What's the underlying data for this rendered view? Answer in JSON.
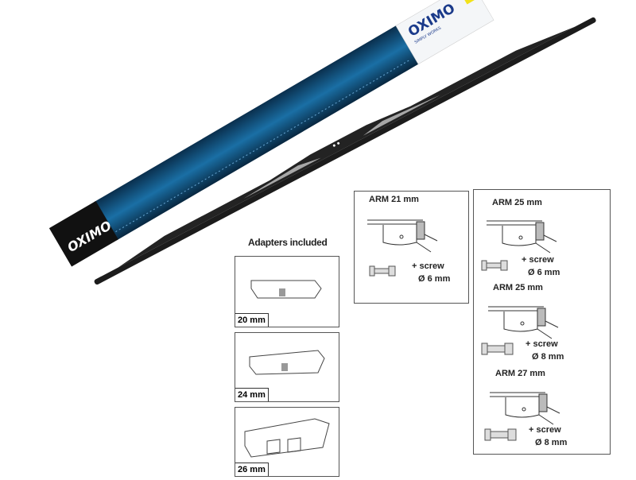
{
  "product": {
    "brand": "OXIMO",
    "tagline": "SIMPLY WORKS",
    "colors": {
      "box_blue": "#0e4f7a",
      "box_black": "#111111",
      "accent_yellow": "#f2e21a",
      "blade": "#1c1c1c"
    }
  },
  "adapters": {
    "title": "Adapters included",
    "items": [
      {
        "label": "20 mm"
      },
      {
        "label": "24 mm"
      },
      {
        "label": "26 mm"
      }
    ]
  },
  "arms": [
    {
      "title": "ARM 21 mm",
      "screw": "+ screw",
      "diameter": "Ø 6 mm"
    },
    {
      "title": "ARM 25 mm",
      "screw": "+ screw",
      "diameter": "Ø 6 mm"
    },
    {
      "title": "ARM 25 mm",
      "screw": "+ screw",
      "diameter": "Ø 8 mm"
    },
    {
      "title": "ARM 27 mm",
      "screw": "+ screw",
      "diameter": "Ø 8 mm"
    }
  ]
}
